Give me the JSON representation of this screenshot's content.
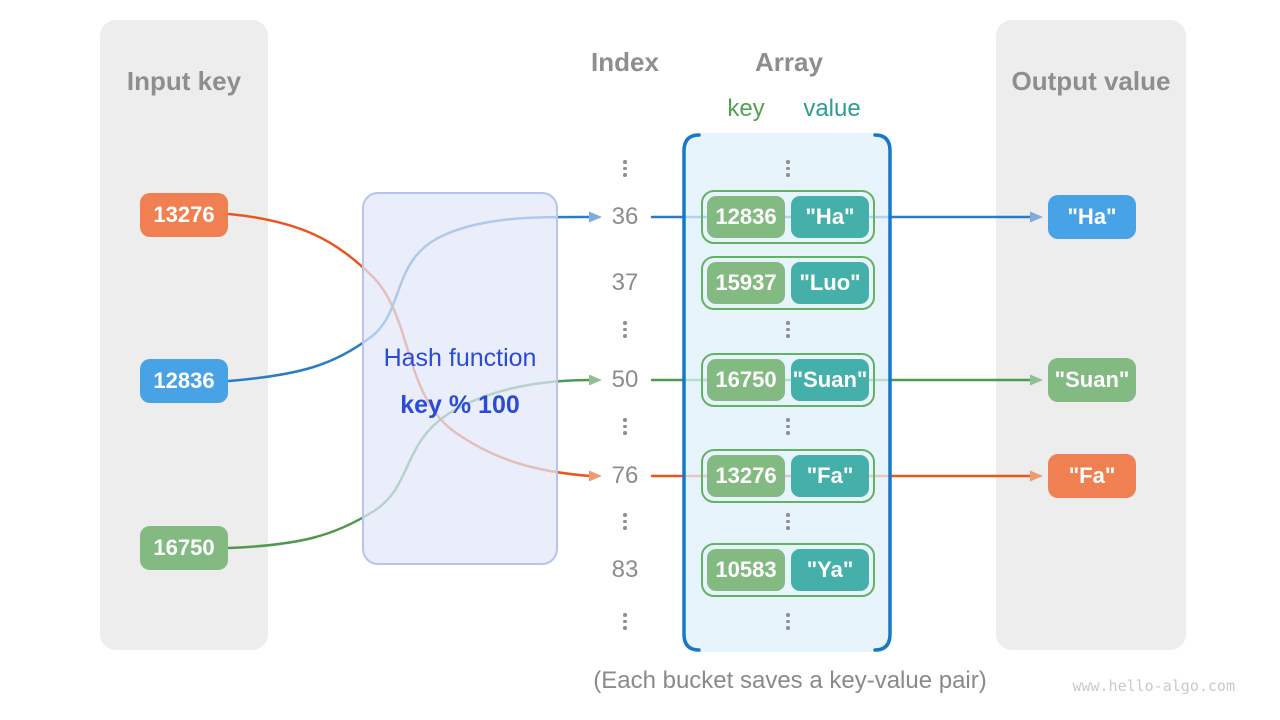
{
  "input_panel": {
    "title": "Input key",
    "keys": [
      {
        "label": "13276",
        "color": "#F07F52"
      },
      {
        "label": "12836",
        "color": "#48A3E6"
      },
      {
        "label": "16750",
        "color": "#82BA82"
      }
    ]
  },
  "hash_box": {
    "title": "Hash function",
    "formula": "key % 100"
  },
  "index_column": {
    "title": "Index",
    "labels": [
      "36",
      "37",
      "50",
      "76",
      "83"
    ]
  },
  "array_panel": {
    "title": "Array",
    "key_header": "key",
    "value_header": "value",
    "buckets": [
      {
        "key": "12836",
        "value": "\"Ha\""
      },
      {
        "key": "15937",
        "value": "\"Luo\""
      },
      {
        "key": "16750",
        "value": "\"Suan\""
      },
      {
        "key": "13276",
        "value": "\"Fa\""
      },
      {
        "key": "10583",
        "value": "\"Ya\""
      }
    ]
  },
  "output_panel": {
    "title": "Output value",
    "values": [
      {
        "label": "\"Ha\"",
        "color": "#48A3E6"
      },
      {
        "label": "\"Suan\"",
        "color": "#82BA82"
      },
      {
        "label": "\"Fa\"",
        "color": "#F07F52"
      }
    ]
  },
  "caption": "(Each bucket saves a key-value pair)",
  "watermark": "www.hello-algo.com",
  "colors": {
    "orange_box": "#F07F52",
    "blue_box": "#48A3E6",
    "green_box": "#82BA82",
    "teal_box": "#45B0AA",
    "orange_line": "#E8571E",
    "blue_line": "#2B7CC5",
    "green_line": "#4E9850",
    "orange_head": "#F09A70",
    "blue_head": "#82ABDA",
    "green_head": "#90C092",
    "bracket": "#1878C8",
    "bucket_border": "#64B264",
    "hash_text": "#2B4BD4",
    "key_header": "#55A055",
    "value_header": "#2F9C94",
    "panel_bg": "#EDEDED"
  }
}
